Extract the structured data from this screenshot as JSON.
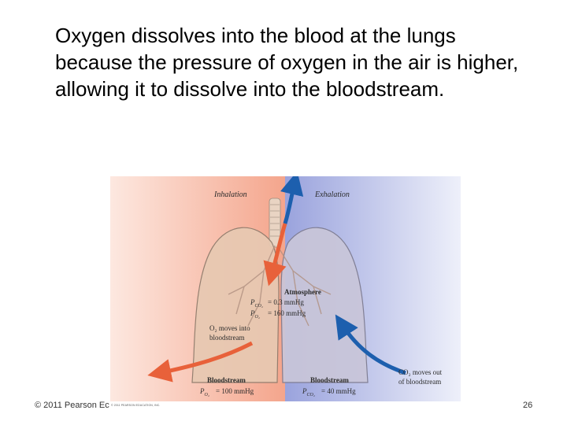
{
  "slide": {
    "body_text": "Oxygen dissolves into the blood at the lungs because the pressure of oxygen in the air is higher, allowing it to dissolve into the bloodstream."
  },
  "figure": {
    "inhalation_label": "Inhalation",
    "exhalation_label": "Exhalation",
    "atmosphere": {
      "title": "Atmosphere",
      "pco2": "= 0.3 mmHg",
      "po2": "= 160 mmHg"
    },
    "o2_caption": [
      "O₂ moves into",
      "bloodstream"
    ],
    "co2_caption": [
      "CO₂ moves out",
      "of bloodstream"
    ],
    "bloodstream_left": {
      "title": "Bloodstream",
      "value": "= 100 mmHg"
    },
    "bloodstream_right": {
      "title": "Bloodstream",
      "value": "= 40 mmHg"
    },
    "colors": {
      "inhalation_bg": "#f6b6a2",
      "exhalation_bg": "#aab2e4",
      "orange_arrow": "#e8613a",
      "blue_arrow": "#1d5fae",
      "lung_fill": "#e7c9b2"
    }
  },
  "footer": {
    "copyright": "© 2011 Pearson Ec",
    "credit": "© 2011 PEARSON EDUCATION, INC.",
    "page_number": "26"
  }
}
